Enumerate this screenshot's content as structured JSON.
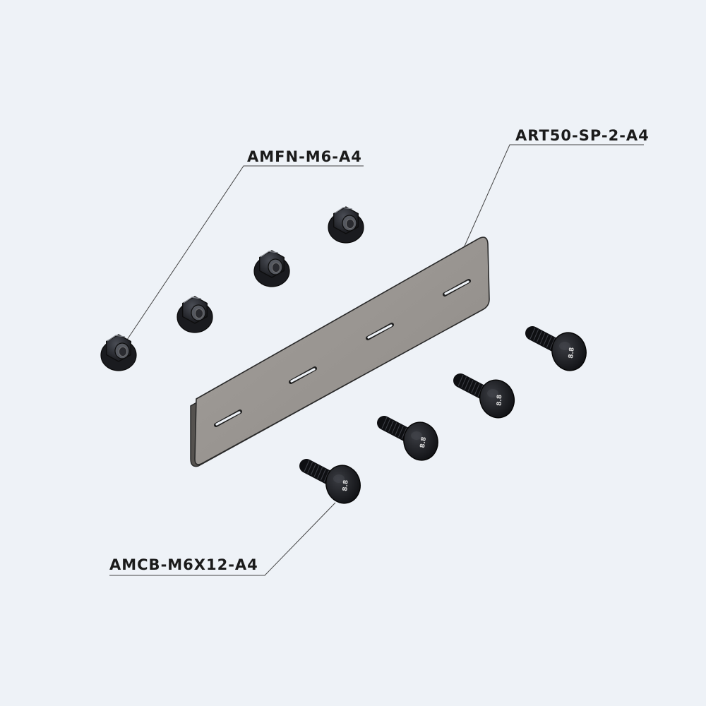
{
  "diagram": {
    "background_color": "#eef2f7",
    "callouts": {
      "plate": "ART50-SP-2-A4",
      "nut": "AMFN-M6-A4",
      "bolt": "AMCB-M6X12-A4"
    },
    "bolt_head_marking": "8.8",
    "parts": {
      "splice_plate": {
        "slots": 4
      },
      "flange_nuts": {
        "count": 4
      },
      "carriage_bolts": {
        "count": 4
      }
    }
  }
}
